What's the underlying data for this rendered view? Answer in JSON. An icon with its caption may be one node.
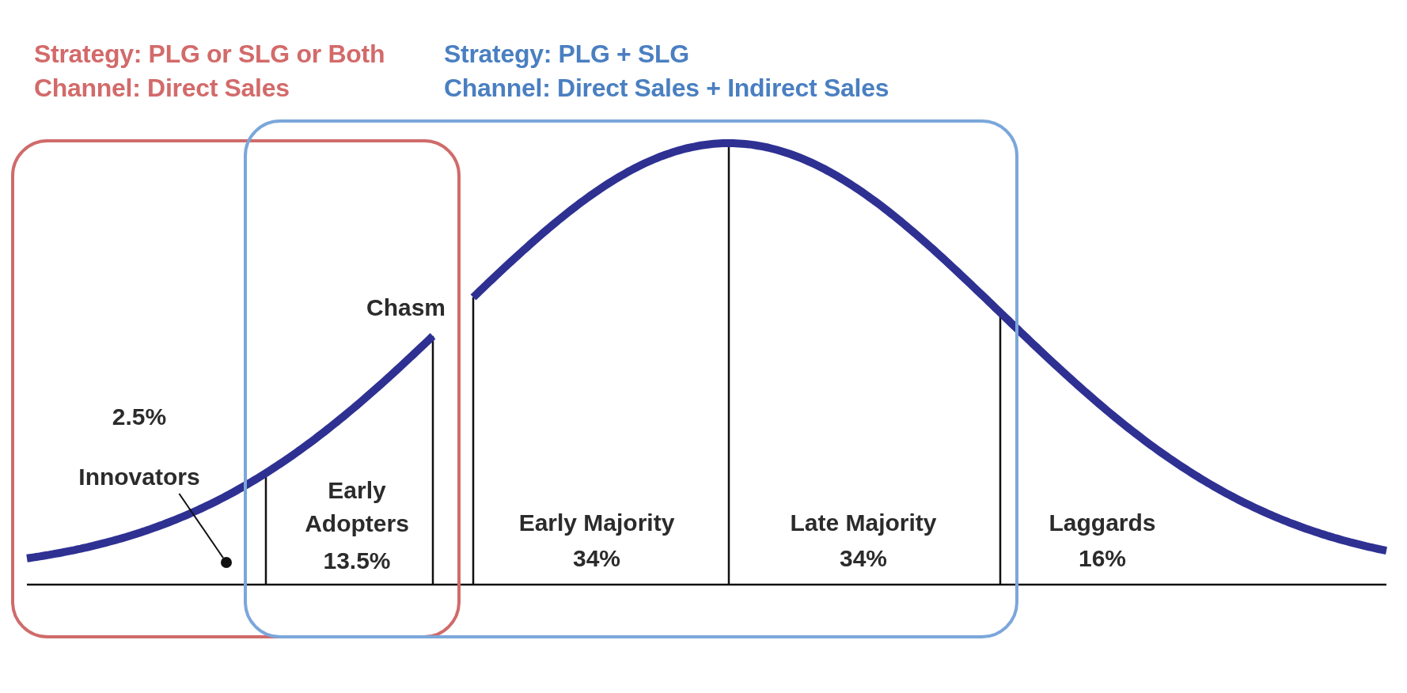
{
  "diagram": {
    "nodes": [
      {
        "text": [
          "Strategy: PLG or SLG or Both",
          "Channel: Direct Sales"
        ]
      },
      {
        "text": [
          "Strategy: PLG + SLG",
          "Channel: Direct Sales + Indirect Sales"
        ]
      },
      {
        "text": [
          "2.5%",
          "Innovators"
        ],
        "in": 0
      },
      {
        "text": [],
        "shape": "circle",
        "in": 0
      }
    ],
    "edges": [
      {
        "from": 2,
        "to": 3,
        "arrow": "none"
      }
    ],
    "labels": [
      "Chasm",
      "Early Adopters",
      "13.5%",
      "Early Majority",
      "34%",
      "Late Majority",
      "34%",
      "Laggards",
      "16%"
    ]
  }
}
